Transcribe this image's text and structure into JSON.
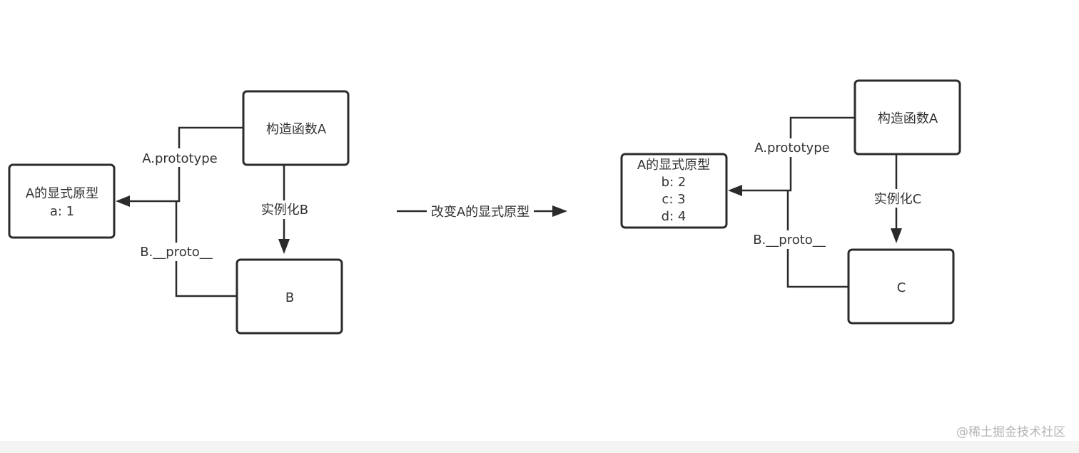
{
  "left": {
    "constructor_box": "构造函数A",
    "prototype_box": [
      "A的显式原型",
      "a: 1"
    ],
    "instance_box": "B",
    "prototype_link": "A.prototype",
    "proto_link": "B.__proto__",
    "instantiate_link": "实例化B"
  },
  "middle": {
    "transition_label": "改变A的显式原型"
  },
  "right": {
    "constructor_box": "构造函数A",
    "prototype_box": [
      "A的显式原型",
      "b: 2",
      "c: 3",
      "d: 4"
    ],
    "instance_box": "C",
    "prototype_link": "A.prototype",
    "proto_link": "B.__proto__",
    "instantiate_link": "实例化C"
  },
  "watermark": "@稀土掘金技术社区"
}
